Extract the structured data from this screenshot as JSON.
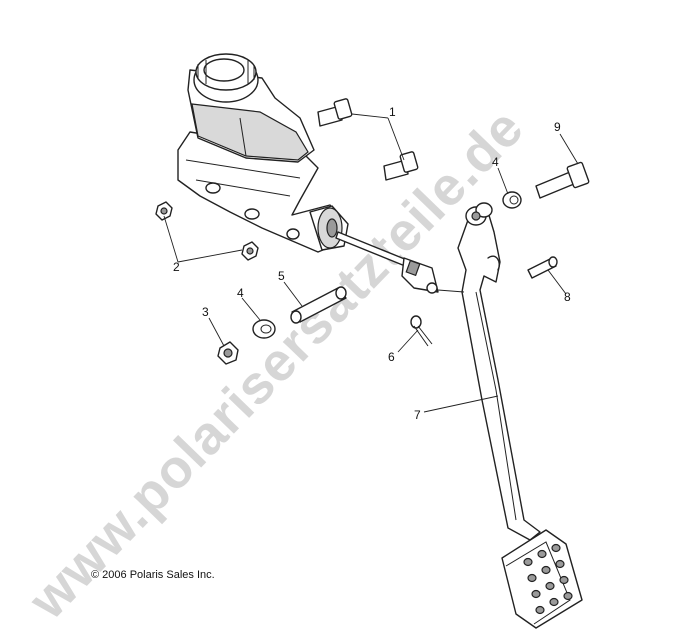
{
  "watermark": "www.polarisersatzteile.de",
  "copyright": "© 2006 Polaris Sales Inc.",
  "callouts": {
    "c1": "1",
    "c2": "2",
    "c3": "3",
    "c4a": "4",
    "c4b": "4",
    "c5": "5",
    "c6": "6",
    "c7": "7",
    "c8": "8",
    "c9": "9"
  },
  "colors": {
    "line": "#222222",
    "watermark": "#c8c8c8",
    "background": "#ffffff"
  }
}
